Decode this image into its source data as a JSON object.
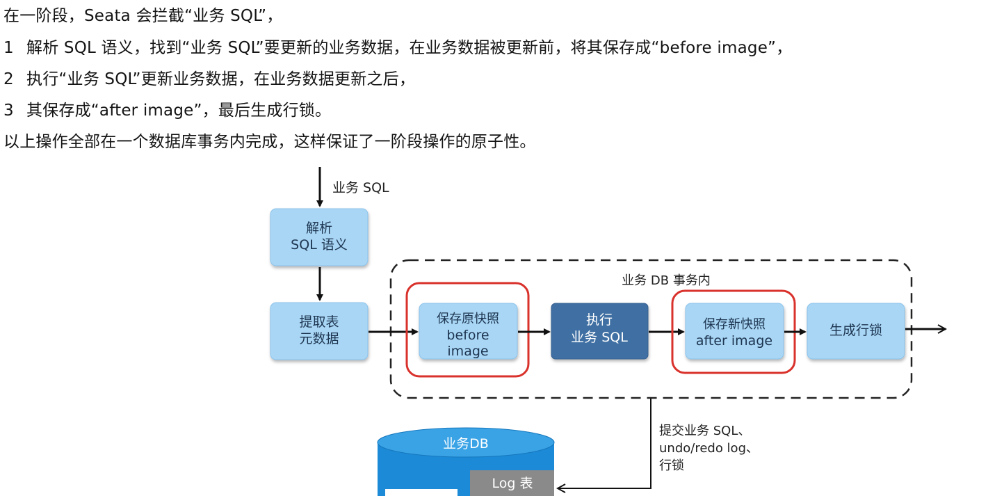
{
  "intro": {
    "line1": "在一阶段，Seata 会拦截“业务 SQL”，",
    "step1": {
      "num": "1",
      "text": "解析 SQL 语义，找到“业务 SQL”要更新的业务数据，在业务数据被更新前，将其保存成“before image”，"
    },
    "step2": {
      "num": "2",
      "text": "执行“业务 SQL”更新业务数据，在业务数据更新之后，"
    },
    "step3": {
      "num": "3",
      "text": "其保存成“after image”，最后生成行锁。"
    },
    "summary": "以上操作全部在一个数据库事务内完成，这样保证了一阶段操作的原子性。"
  },
  "diagram": {
    "input_label": "业务 SQL",
    "parse_box": [
      "解析",
      "SQL 语义"
    ],
    "metadata_box": [
      "提取表",
      "元数据"
    ],
    "transaction_label": "业务 DB 事务内",
    "before_image_box": [
      "保存原快照",
      "before",
      "image"
    ],
    "execute_box": [
      "执行",
      "业务 SQL"
    ],
    "after_image_box": [
      "保存新快照",
      "after image"
    ],
    "lock_box": [
      "生成行锁"
    ],
    "commit_note": [
      "提交业务 SQL、",
      "undo/redo log、",
      "行锁"
    ],
    "db_label": "业务DB",
    "log_table_label": "Log 表"
  },
  "colors": {
    "light_box": "#a9d6f5",
    "light_box_edge": "#8cc3ea",
    "dark_box": "#3f6fa3",
    "highlight_border": "#d9312b",
    "db_blue": "#1c8ad6",
    "log_gray": "#8a8a8a",
    "arrow": "#111111"
  }
}
